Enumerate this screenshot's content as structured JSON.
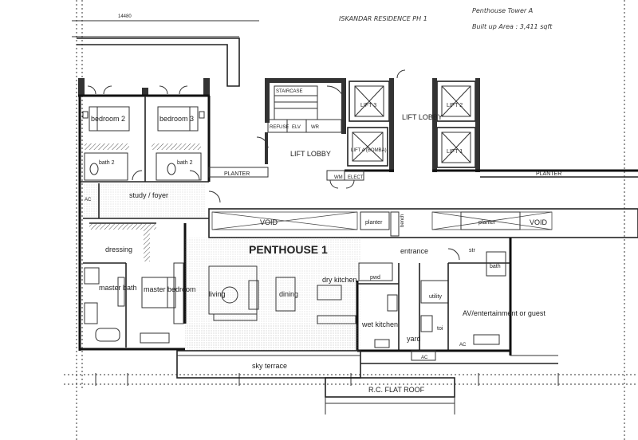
{
  "header": {
    "project_note": "ISKANDAR RESIDENCE PH 1",
    "tower_note": "Penthouse Tower A",
    "area_note": "Built up Area : 3,411 sqft",
    "dimension": "14480"
  },
  "plan_title": "PENTHOUSE 1",
  "rooms": {
    "staircase": "STAIRCASE",
    "refuse": "REFUSE",
    "elv": "ELV",
    "wr": "WR",
    "lift_lobby_left": "LIFT LOBBY",
    "lift_lobby_right": "LIFT LOBBY",
    "lift3": "LIFT 3",
    "lift4": "LIFT 4 (BOMBA)",
    "lift2": "LIFT 2",
    "lift1": "LIFT 1",
    "wm": "WM",
    "elect": "ELECT",
    "planter_top": "PLANTER",
    "planter_right": "PLANTER",
    "void_left": "VOID",
    "void_right": "VOID",
    "planter_mid": "planter",
    "planter_mid2": "planter",
    "bench": "bench",
    "bedroom2": "bedroom 2",
    "bedroom3": "bedroom 3",
    "bath2a": "bath 2",
    "bath2b": "bath 2",
    "ac_left": "AC",
    "study": "study / foyer",
    "dressing": "dressing",
    "master_bath": "master bath",
    "master_bedroom": "master bedroom",
    "living": "living",
    "dining": "dining",
    "dry_kitchen": "dry kitchen",
    "pwd": "pwd",
    "entrance": "entrance",
    "str": "str",
    "bath_right": "bath",
    "utility": "utility",
    "wet_kitchen": "wet kitchen",
    "yard": "yard",
    "toi": "toi",
    "av": "AV/entertainment or guest",
    "ac_bottom": "AC",
    "ac_right": "AC",
    "sky_terrace": "sky terrace",
    "flat_roof": "R.C. FLAT ROOF"
  }
}
